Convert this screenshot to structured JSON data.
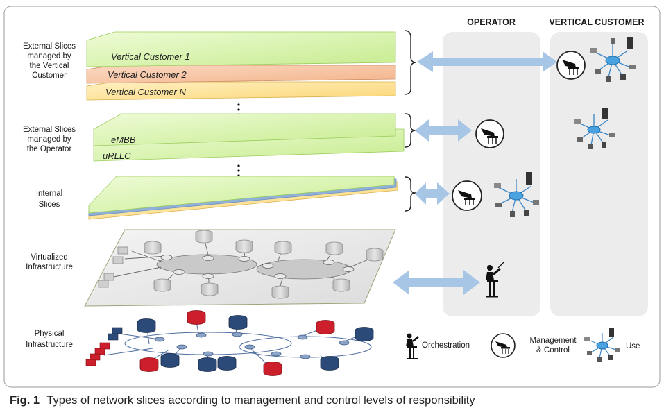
{
  "columns": {
    "operator": "OPERATOR",
    "vertical_customer": "VERTICAL CUSTOMER"
  },
  "layers": {
    "external_vertical": [
      "External Slices",
      "managed by",
      "the Vertical",
      "Customer"
    ],
    "external_operator": [
      "External Slices",
      "managed by",
      "the Operator"
    ],
    "internal": [
      "Internal",
      "Slices"
    ],
    "virtualized": [
      "Virtualized",
      "Infrastructure"
    ],
    "physical": [
      "Physical",
      "Infrastructure"
    ]
  },
  "slices": {
    "vertical_1": "Vertical Customer 1",
    "vertical_2": "Vertical Customer 2",
    "vertical_n": "Vertical Customer N",
    "embb": "eMBB",
    "urllc": "uRLLC"
  },
  "legend": {
    "orchestration": "Orchestration",
    "management_line1": "Management",
    "management_line2": "& Control",
    "use": "Use"
  },
  "caption": {
    "label": "Fig. 1",
    "text": "Types of network slices according to management and control levels of responsibility"
  },
  "colors": {
    "green_slice": "#d6f2a8",
    "orange_slice": "#f6c4a3",
    "yellow_slice": "#fde39a",
    "arrow": "#a7c6e6",
    "column_bg": "#ececec",
    "phys_red": "#cc1f2b",
    "phys_blue": "#2c4a78",
    "virt_gray": "#d8d8d8"
  }
}
